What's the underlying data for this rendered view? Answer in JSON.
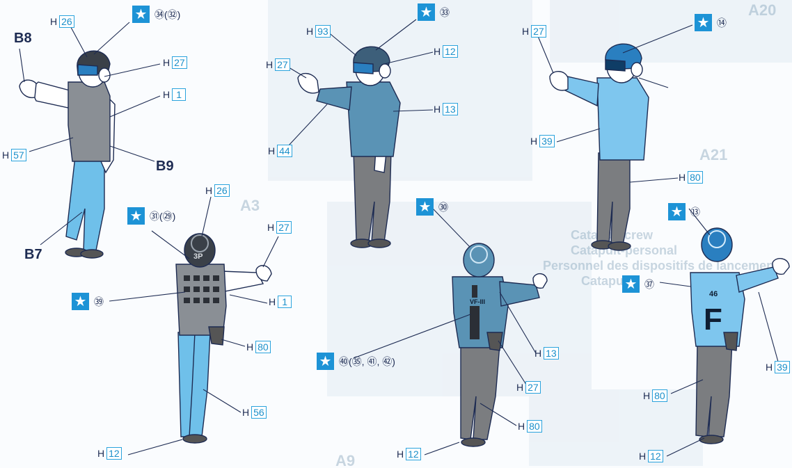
{
  "colors": {
    "accent": "#1d93d6",
    "box_border": "#2aa3dd",
    "label_text": "#1d2b52",
    "helmet_blue": "#2a7fc0",
    "jersey_light_blue": "#7ec6ee",
    "jersey_dark_blue": "#5a93b5",
    "vest_grey": "#8a8f95",
    "pants_light_blue": "#6fc0ea",
    "pants_grey": "#7b7d80",
    "skin": "#ffffff"
  },
  "icons": {
    "star_badge": "star-icon"
  },
  "part_labels": [
    "B8",
    "B9",
    "B7"
  ],
  "h_prefix": "H",
  "h_labels": [
    "26",
    "27",
    "1",
    "57",
    "93",
    "12",
    "13",
    "44",
    "27",
    "27",
    "39",
    "80",
    "26",
    "27",
    "1",
    "80",
    "56",
    "12",
    "13",
    "27",
    "80",
    "12",
    "39",
    "80",
    "12"
  ],
  "star_labels": [
    "㉞(㉜)",
    "㉝",
    "⑭",
    "㉛(㉙)",
    "㊴",
    "㉚",
    "⑬",
    "㊲",
    "㊵(㉟, ㊶, ㊷)"
  ],
  "jersey_text": {
    "helmet_code": "3P",
    "squadron": "VF-III",
    "number": "46",
    "letter": "F"
  },
  "background_text": [
    "Catapult crew",
    "Catapult-personal",
    "Personnel des dispositifs de lancement",
    "Catapulta",
    "A21",
    "A20",
    "A3",
    "A9"
  ]
}
